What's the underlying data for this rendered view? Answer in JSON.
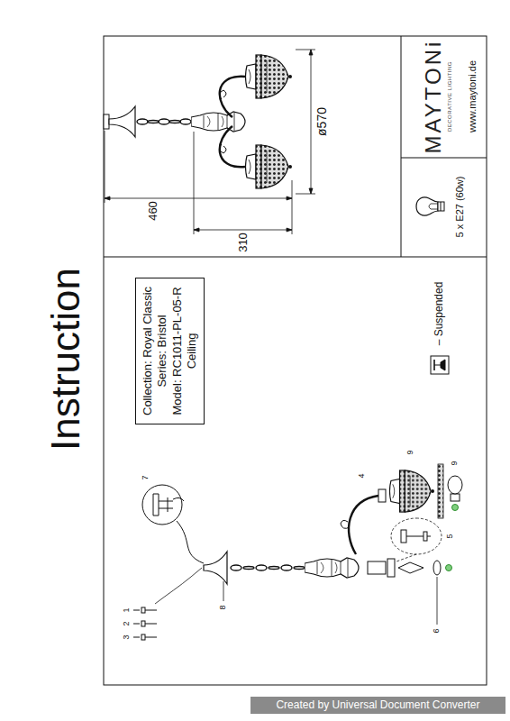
{
  "diagram": {
    "title": "Instruction",
    "nodes": [
      {
        "text": [
          "Collection: Royal Classic",
          "Series: Bristol",
          "Model: RC1011-PL-05-R",
          "Ceiling"
        ]
      },
      {
        "text": [
          "MAYTONi",
          "DECORATIVE LIGHTING",
          "www.maytoni.de"
        ]
      },
      {
        "text": [
          "5 x E27 (60w)"
        ]
      }
    ],
    "labels": [
      "– Suspended",
      "460",
      "310",
      "ø570",
      "1",
      "2",
      "3",
      "7",
      "8",
      "4",
      "9",
      "9",
      "5",
      "6",
      "Created by Universal Document Converter"
    ]
  }
}
